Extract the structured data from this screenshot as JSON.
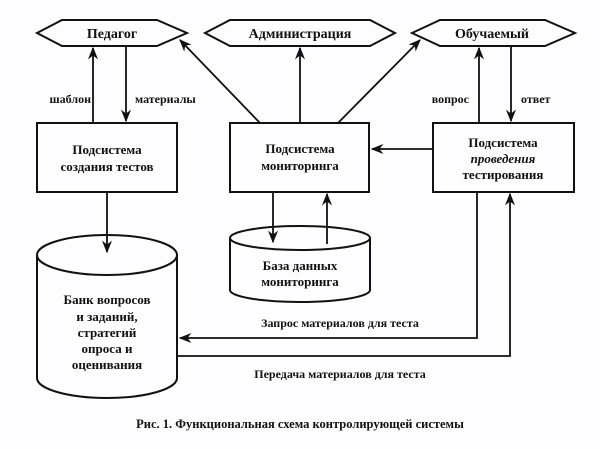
{
  "diagram": {
    "actors": {
      "teacher": "Педагог",
      "administration": "Администрация",
      "learner": "Обучаемый"
    },
    "subsystems": {
      "test_creation": [
        "Подсистема",
        "создания тестов"
      ],
      "monitoring": [
        "Подсистема",
        "мониторинга"
      ],
      "testing": [
        "Подсистема",
        "проведения",
        "тестирования"
      ]
    },
    "stores": {
      "monitoring_db": [
        "База данных",
        "мониторинга"
      ],
      "question_bank": [
        "Банк вопросов",
        "и заданий,",
        "стратегий",
        "опроса и",
        "оценивания"
      ]
    },
    "flows": {
      "template": "шаблон",
      "materials": "материалы",
      "question": "вопрос",
      "answer": "ответ",
      "request_materials": "Запрос материалов для теста",
      "transfer_materials": "Передача материалов для теста"
    },
    "caption": "Рис. 1. Функциональная схема контролирующей системы"
  }
}
